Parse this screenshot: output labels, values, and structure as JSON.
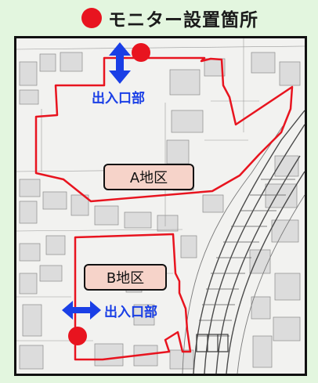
{
  "legend": {
    "label": "モニター設置箇所",
    "marker_color": "#e8141f"
  },
  "areas": [
    {
      "label": "A地区",
      "fill": "#f6d3c9"
    },
    {
      "label": "B地区",
      "fill": "#f6d3c9"
    }
  ],
  "entrances": [
    {
      "label": "出入口部"
    },
    {
      "label": "出入口部"
    }
  ],
  "colors": {
    "boundary": "#e8141f",
    "entrance_label": "#1a3fe6",
    "arrow": "#1a3fe6",
    "monitor": "#e8141f",
    "page_background": "#e3f6df"
  },
  "icons": {
    "legend_marker": "red-dot-icon",
    "entrance_arrow": "double-arrow-icon",
    "monitor_marker": "red-dot-icon"
  }
}
